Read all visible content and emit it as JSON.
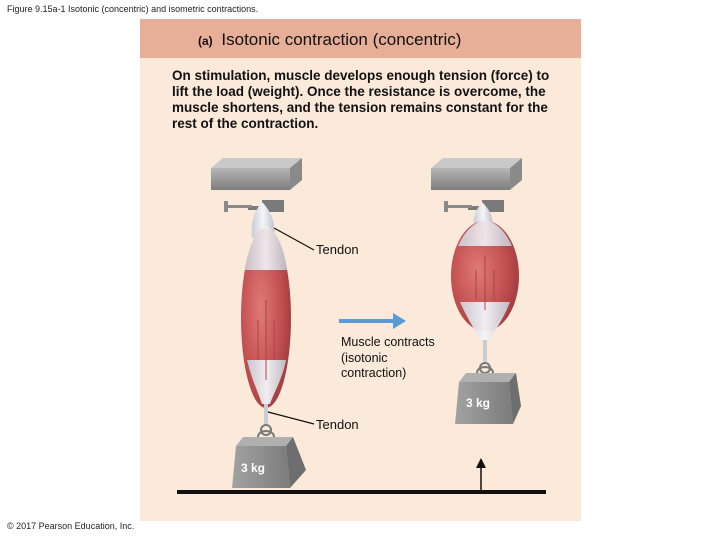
{
  "figure_caption": "Figure 9.15a-1 Isotonic (concentric) and isometric contractions.",
  "panel": {
    "label": "(a)",
    "title": "Isotonic contraction (concentric)",
    "description": "On stimulation, muscle develops enough tension (force) to lift the load (weight). Once the resistance is overcome, the muscle shortens, and the tension remains constant for the rest of the contraction."
  },
  "labels": {
    "tendon_top": "Tendon",
    "tendon_bottom": "Tendon",
    "muscle_contracts": "Muscle contracts (isotonic contraction)",
    "weight_left": "3 kg",
    "weight_right": "3 kg"
  },
  "colors": {
    "header_band": "#e7ae98",
    "panel_background": "#fbe9da",
    "muscle": "#c45152",
    "arrow": "#5b9bd5",
    "weight": "#8a8a8a",
    "clamp": "#9a9a9a"
  },
  "copyright": "© 2017 Pearson Education, Inc."
}
